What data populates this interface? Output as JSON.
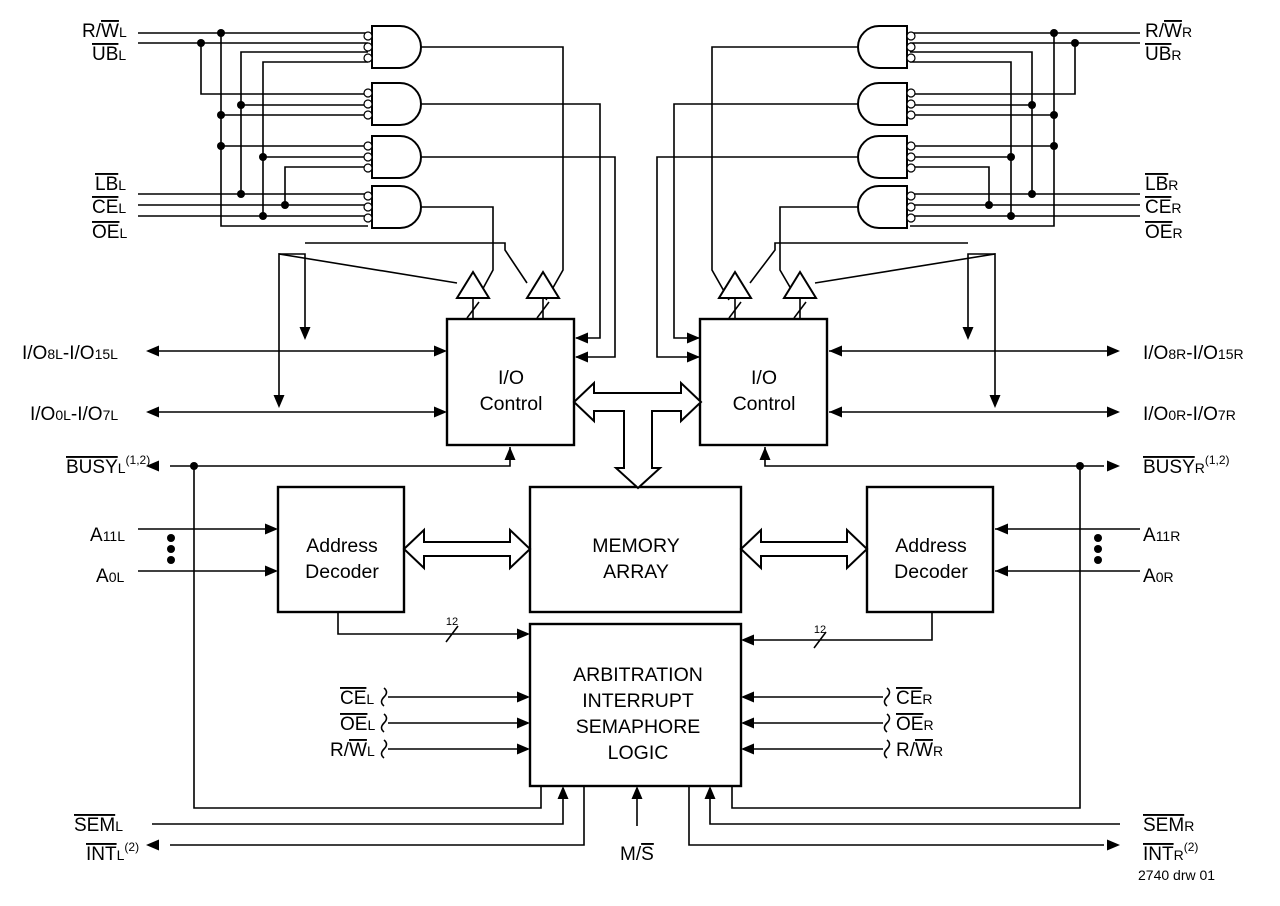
{
  "figure_id": "2740 drw 01",
  "blocks": {
    "io_left": [
      "I/O",
      "Control"
    ],
    "io_right": [
      "I/O",
      "Control"
    ],
    "memory": [
      "MEMORY",
      "ARRAY"
    ],
    "addr_left": [
      "Address",
      "Decoder"
    ],
    "addr_right": [
      "Address",
      "Decoder"
    ],
    "logic": [
      "ARBITRATION",
      "INTERRUPT",
      "SEMAPHORE",
      "LOGIC"
    ]
  },
  "bus_width": "12",
  "signals": {
    "rw_l": {
      "pre": "R/",
      "bar": "W",
      "sub": "L"
    },
    "ub_l": {
      "bar": "UB",
      "sub": "L"
    },
    "lb_l": {
      "bar": "LB",
      "sub": "L"
    },
    "ce_l": {
      "bar": "CE",
      "sub": "L"
    },
    "oe_l": {
      "bar": "OE",
      "sub": "L"
    },
    "rw_r": {
      "pre": "R/",
      "bar": "W",
      "sub": "R"
    },
    "ub_r": {
      "bar": "UB",
      "sub": "R"
    },
    "lb_r": {
      "bar": "LB",
      "sub": "R"
    },
    "ce_r": {
      "bar": "CE",
      "sub": "R"
    },
    "oe_r": {
      "bar": "OE",
      "sub": "R"
    },
    "io_hi_l": {
      "a": "I/O",
      "a_sub": "8L",
      "mid": "-I/O",
      "b_sub": "15L"
    },
    "io_lo_l": {
      "a": "I/O",
      "a_sub": "0L",
      "mid": "-I/O",
      "b_sub": "7L"
    },
    "io_hi_r": {
      "a": "I/O",
      "a_sub": "8R",
      "mid": "-I/O",
      "b_sub": "15R"
    },
    "io_lo_r": {
      "a": "I/O",
      "a_sub": "0R",
      "mid": "-I/O",
      "b_sub": "7R"
    },
    "busy_l": {
      "bar": "BUSY",
      "sub": "L",
      "sup": "(1,2)"
    },
    "busy_r": {
      "bar": "BUSY",
      "sub": "R",
      "sup": "(1,2)"
    },
    "a11_l": {
      "main": "A",
      "sub": "11L"
    },
    "a0_l": {
      "main": "A",
      "sub": "0L"
    },
    "a11_r": {
      "main": "A",
      "sub": "11R"
    },
    "a0_r": {
      "main": "A",
      "sub": "0R"
    },
    "sem_l": {
      "bar": "SEM",
      "sub": "L"
    },
    "int_l": {
      "bar": "INT",
      "sub": "L",
      "sup": "(2)"
    },
    "sem_r": {
      "bar": "SEM",
      "sub": "R"
    },
    "int_r": {
      "bar": "INT",
      "sub": "R",
      "sup": "(2)"
    },
    "ms": {
      "pre": "M/",
      "bar": "S"
    },
    "logic_ce_l": {
      "bar": "CE",
      "sub": "L"
    },
    "logic_oe_l": {
      "bar": "OE",
      "sub": "L"
    },
    "logic_rw_l": {
      "pre": "R/",
      "bar": "W",
      "sub": "L"
    },
    "logic_ce_r": {
      "bar": "CE",
      "sub": "R"
    },
    "logic_oe_r": {
      "bar": "OE",
      "sub": "R"
    },
    "logic_rw_r": {
      "pre": "R/",
      "bar": "W",
      "sub": "R"
    }
  }
}
